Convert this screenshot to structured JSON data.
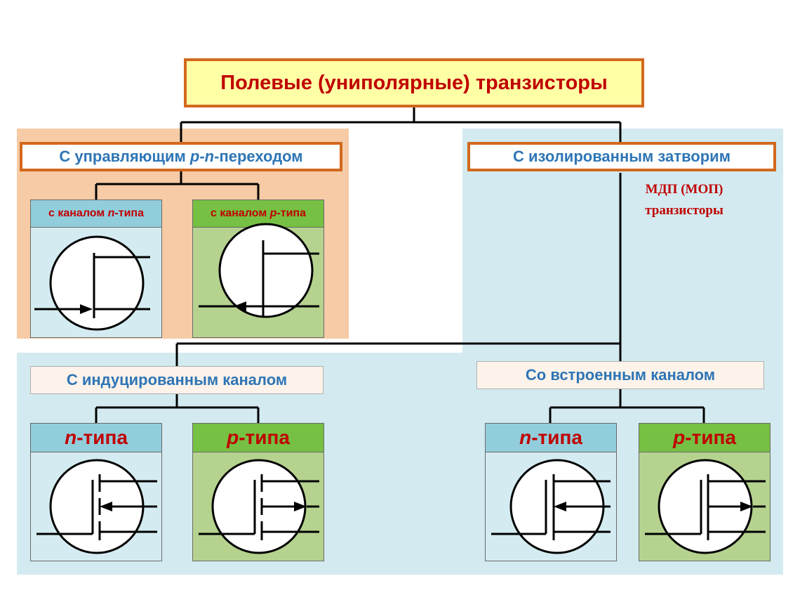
{
  "title": "Полевые (униполярные) транзисторы",
  "pn_junction": {
    "label_before": "С управляющим ",
    "label_italic": "р-n",
    "label_after": "-переходом",
    "cards": [
      {
        "prefix": "с каналом ",
        "italic": "n",
        "suffix": "-типа"
      },
      {
        "prefix": "с каналом ",
        "italic": "р",
        "suffix": "-типа"
      }
    ]
  },
  "insulated_gate": {
    "label": "С изолированным затворим",
    "note_line1": "МДП (МОП)",
    "note_line2": "транзисторы"
  },
  "induced_channel": {
    "label": "С индуцированным каналом",
    "cards": [
      {
        "italic": "n",
        "suffix": "-типа"
      },
      {
        "italic": "p",
        "suffix": "-типа"
      }
    ]
  },
  "built_in_channel": {
    "label": "Со встроенным каналом",
    "cards": [
      {
        "italic": "n",
        "suffix": "-типа"
      },
      {
        "italic": "p",
        "suffix": "-типа"
      }
    ]
  },
  "colors": {
    "title_fill": "#ffffa6",
    "border_orange": "#d2691e",
    "text_red": "#c00000",
    "text_blue": "#2e75b6",
    "bg_orange": "#f6cba5",
    "bg_blue": "#d3ebf0",
    "card_n": "#d4ecf1",
    "card_n_header": "#92cddc",
    "card_p": "#b5d38f",
    "card_p_header": "#76c043"
  },
  "icons": [
    "jfet-n-channel-symbol",
    "jfet-p-channel-symbol",
    "mosfet-enhancement-n-symbol",
    "mosfet-enhancement-p-symbol",
    "mosfet-depletion-n-symbol",
    "mosfet-depletion-p-symbol"
  ]
}
